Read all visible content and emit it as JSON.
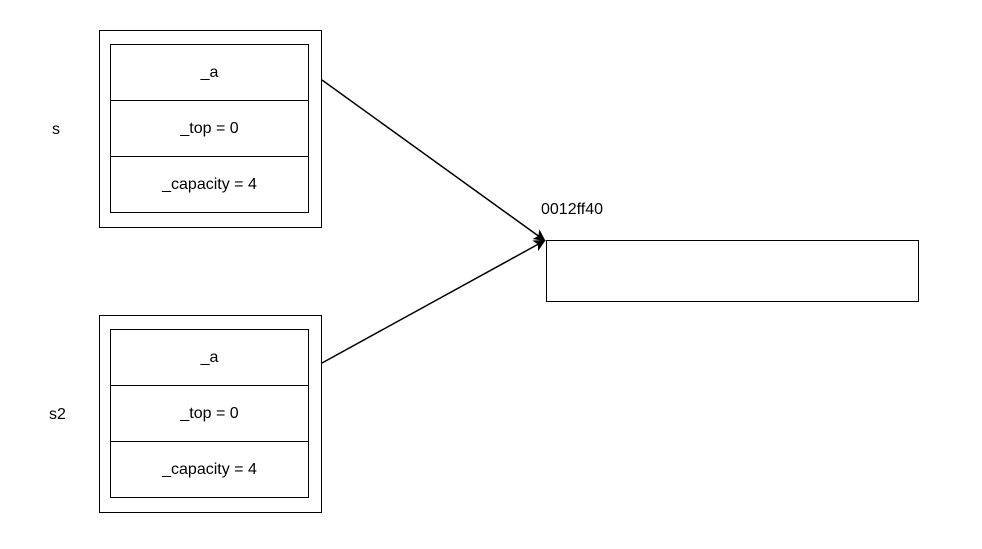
{
  "structs": [
    {
      "name": "s",
      "fields": [
        "_a",
        "_top = 0",
        "_capacity = 4"
      ]
    },
    {
      "name": "s2",
      "fields": [
        "_a",
        "_top = 0",
        "_capacity = 4"
      ]
    }
  ],
  "target": {
    "address": "0012ff40"
  }
}
